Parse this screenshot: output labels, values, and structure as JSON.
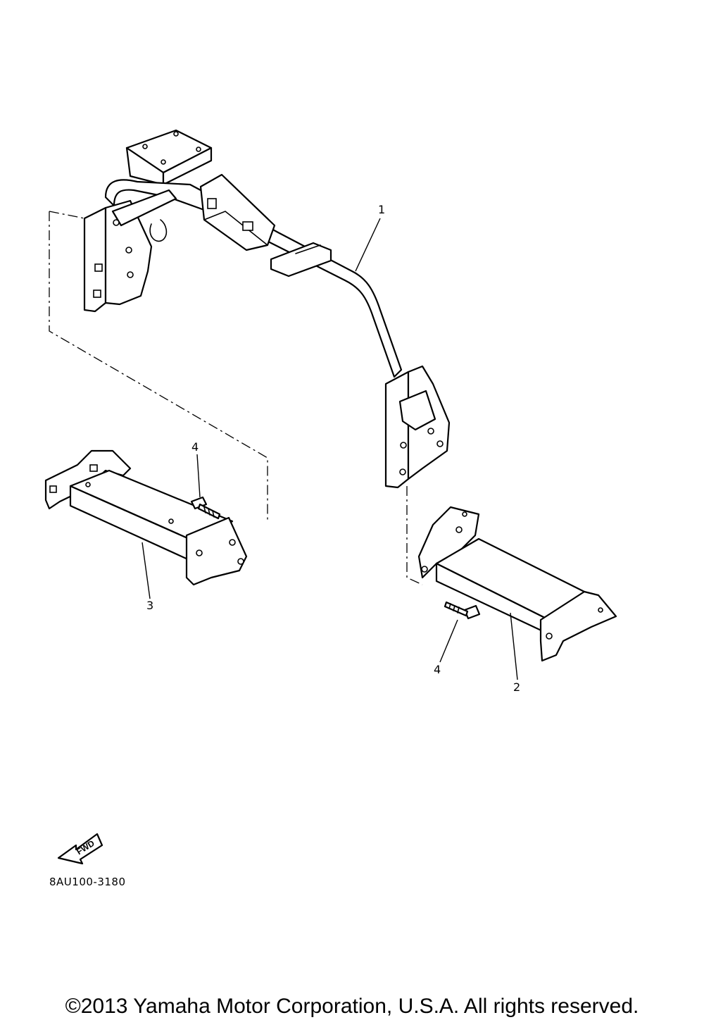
{
  "callouts": {
    "part_1": "1",
    "part_2": "2",
    "part_3": "3",
    "part_4_left": "4",
    "part_4_right": "4"
  },
  "fwd_label": "FWD",
  "drawing_code": "8AU100-3180",
  "copyright": "©2013 Yamaha Motor Corporation, U.S.A. All rights reserved."
}
